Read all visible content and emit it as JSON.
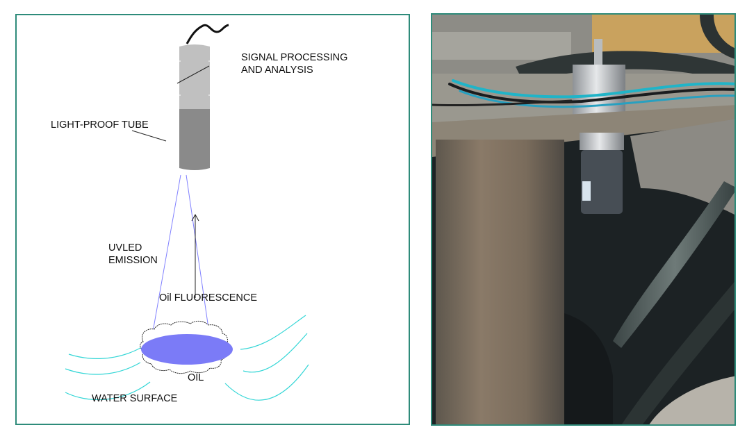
{
  "diagram": {
    "labels": {
      "signal_processing_line1": "SIGNAL PROCESSING",
      "signal_processing_line2": "AND ANALYSIS",
      "light_proof_tube": "LIGHT-PROOF TUBE",
      "uvled_line1": "UVLED",
      "uvled_line2": "EMISSION",
      "oil_fluorescence": "Oil FLUORESCENCE",
      "oil": "OIL",
      "water_surface": "WATER SURFACE"
    },
    "colors": {
      "frame": "#2e8b7a",
      "processing_unit": "#c0c0c0",
      "tube": "#8a8a8a",
      "beam": "#8080ff",
      "oil_spot": "#7b7bf7",
      "water": "#33d6d6",
      "cable": "#111111"
    }
  },
  "photo": {
    "subject": "oil-in-water fluorescence sensor installed above water in a concrete well",
    "sensor_label": "sensor-brand-sticker"
  }
}
